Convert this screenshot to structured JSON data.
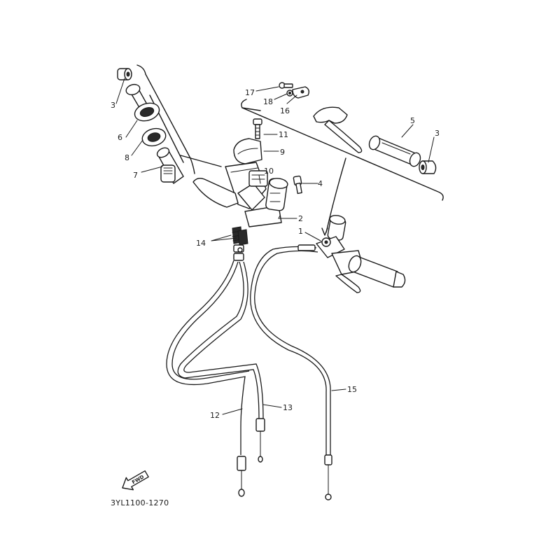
{
  "diagram": {
    "code_label": "3YL1100-1270",
    "fwd_label": "FWD",
    "callouts": {
      "p1": "1",
      "p2": "2",
      "p3a": "3",
      "p3b": "3",
      "p4": "4",
      "p5": "5",
      "p6": "6",
      "p7": "7",
      "p8": "8",
      "p9": "9",
      "p10": "10",
      "p11": "11",
      "p12": "12",
      "p13": "13",
      "p14": "14",
      "p15": "15",
      "p16": "16",
      "p17": "17",
      "p18": "18"
    }
  }
}
